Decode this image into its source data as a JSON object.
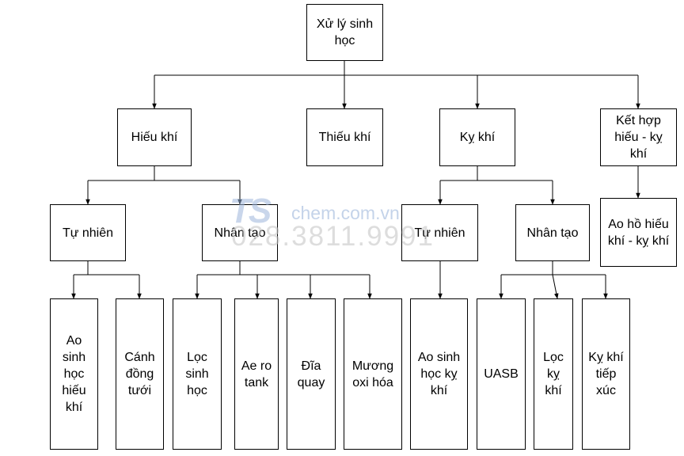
{
  "diagram": {
    "root": "Xử lý sinh học",
    "level1": {
      "aerobic": "Hiếu khí",
      "anoxic": "Thiếu khí",
      "anaerobic": "Kỵ khí",
      "combined": "Kết hợp hiếu - kỵ khí"
    },
    "level2": {
      "aerobic_natural": "Tự nhiên",
      "aerobic_artificial": "Nhân tạo",
      "anaerobic_natural": "Tự nhiên",
      "anaerobic_artificial": "Nhân tạo",
      "combined_pond": "Ao hồ hiếu khí - kỵ khí"
    },
    "leaves": {
      "aerobic_pond": "Ao sinh học hiếu khí",
      "irrigation_field": "Cánh đồng tưới",
      "biofilter": "Lọc sinh học",
      "aerotank": "Ae ro tank",
      "rotating_disk": "Đĩa quay",
      "oxidation_ditch": "Mương oxi hóa",
      "anaerobic_pond": "Ao sinh học kỵ khí",
      "uasb": "UASB",
      "anaerobic_filter": "Lọc kỵ khí",
      "anaerobic_contact": "Kỵ khí tiếp xúc"
    }
  },
  "watermark": {
    "logo": "TS",
    "site": "chem.com.vn",
    "phone": "028.3811.9991"
  }
}
